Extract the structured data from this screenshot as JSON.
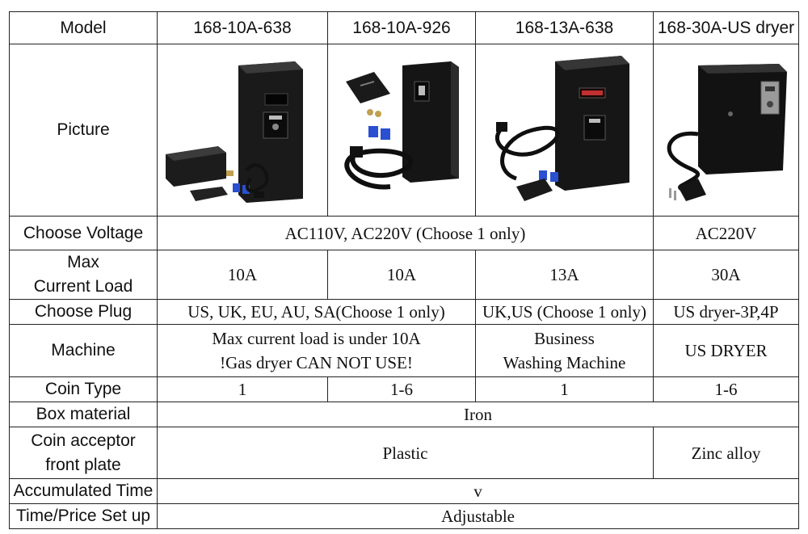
{
  "header": {
    "label": "Model",
    "models": [
      "168-10A-638",
      "168-10A-926",
      "168-13A-638",
      "168-30A-US dryer"
    ]
  },
  "rows": {
    "picture": {
      "label": "Picture",
      "images": [
        "coin-box-with-cable-and-keys",
        "coin-box-with-plate-and-cable",
        "coin-box-with-display-and-cable",
        "dryer-coin-box-with-3-prong-plug"
      ]
    },
    "voltage": {
      "label": "Choose Voltage",
      "models_1_3": "AC110V, AC220V (Choose 1 only)",
      "model_4": "AC220V"
    },
    "max_current": {
      "label_line1": "Max",
      "label_line2": "Current Load",
      "values": [
        "10A",
        "10A",
        "13A",
        "30A"
      ]
    },
    "plug": {
      "label": "Choose Plug",
      "models_1_2": "US, UK, EU, AU, SA(Choose 1 only)",
      "model_3": "UK,US (Choose 1 only)",
      "model_4": "US dryer-3P,4P"
    },
    "machine": {
      "label": "Machine",
      "models_1_2_line1": "Max current load is under 10A",
      "models_1_2_line2": "!Gas dryer CAN NOT USE!",
      "model_3_line1": "Business",
      "model_3_line2": "Washing Machine",
      "model_4": "US DRYER"
    },
    "coin_type": {
      "label": "Coin Type",
      "values": [
        "1",
        "1-6",
        "1",
        "1-6"
      ]
    },
    "box_material": {
      "label": "Box material",
      "value": "Iron"
    },
    "front_plate": {
      "label_line1": "Coin acceptor",
      "label_line2": "front plate",
      "models_1_3": "Plastic",
      "model_4": "Zinc alloy"
    },
    "accumulated_time": {
      "label": "Accumulated Time",
      "value": "v"
    },
    "time_price": {
      "label": "Time/Price Set up",
      "value": "Adjustable"
    }
  },
  "colors": {
    "border": "#222222",
    "text": "#111111",
    "box": "#1a1a1a",
    "key_blue": "#2a4fd1"
  }
}
